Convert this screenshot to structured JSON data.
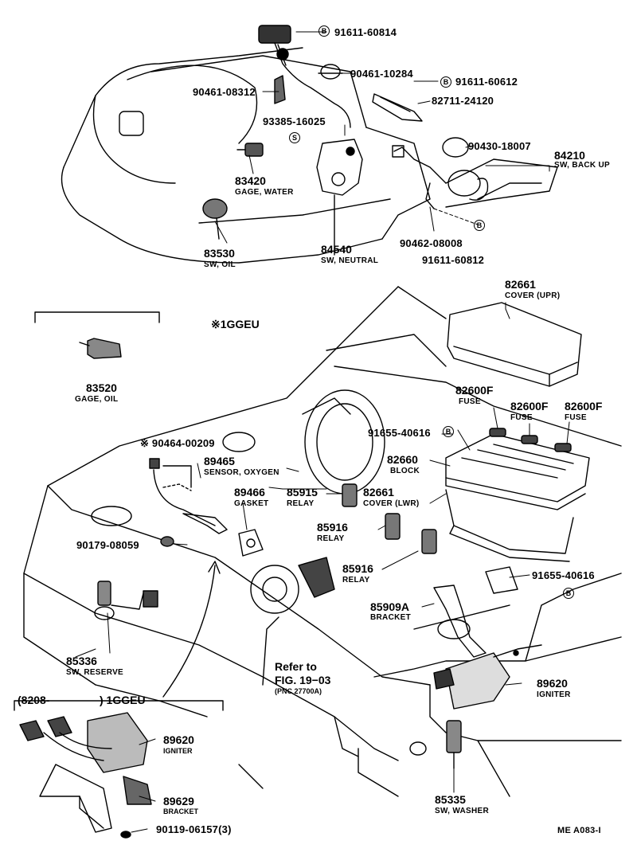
{
  "diagram": {
    "ref_code": "ME A083-I",
    "sections": {
      "variant_1ggeu": "※1GGEU",
      "inset_range_start": "(8208-",
      "inset_range_end": ") 1GGEU",
      "refer_line1": "Refer to",
      "refer_line2": "FIG. 19−03",
      "refer_line3": "(PNC 27700A)"
    },
    "parts": {
      "p91611_60814": "91611-60814",
      "p90461_10284": "90461-10284",
      "p90461_08312": "90461-08312",
      "p91611_60612": "91611-60612",
      "p82711_24120": "82711-24120",
      "p93385_16025": "93385-16025",
      "p83420": "83420",
      "p83420_name": "GAGE, WATER",
      "p90430_18007": "90430-18007",
      "p84210": "84210",
      "p84210_name": "SW, BACK UP",
      "p83530": "83530",
      "p83530_name": "SW, OIL",
      "p84540": "84540",
      "p84540_name": "SW, NEUTRAL",
      "p90462_08008": "90462-08008",
      "p91611_60812": "91611-60812",
      "p82661_upr": "82661",
      "p82661_upr_name": "COVER (UPR)",
      "p83520": "83520",
      "p83520_name": "GAGE, OIL",
      "p82600f_a": "82600F",
      "p82600f_a_name": "FUSE",
      "p82600f_b": "82600F",
      "p82600f_b_name": "FUSE",
      "p82600f_c": "82600F",
      "p82600f_c_name": "FUSE",
      "p91655_40616_a": "91655-40616",
      "p90464_00209": "※ 90464-00209",
      "p89465": "89465",
      "p89465_name": "SENSOR, OXYGEN",
      "p82660": "82660",
      "p82660_name": "BLOCK",
      "p89466": "89466",
      "p89466_name": "GASKET",
      "p85915": "85915",
      "p85915_name": "RELAY",
      "p82661_lwr": "82661",
      "p82661_lwr_name": "COVER (LWR)",
      "p85916_a": "85916",
      "p85916_a_name": "RELAY",
      "p90179_08059": "90179-08059",
      "p85916_b": "85916",
      "p85916_b_name": "RELAY",
      "p91655_40616_b": "91655-40616",
      "p85909a": "85909A",
      "p85909a_name": "BRACKET",
      "p85336": "85336",
      "p85336_name": "SW, RESERVE",
      "p89620_main": "89620",
      "p89620_main_name": "IGNITER",
      "p89620_inset": "89620",
      "p89620_inset_name": "IGNITER",
      "p89629": "89629",
      "p89629_name": "BRACKET",
      "p90119_06157": "90119-06157(3)",
      "p85335": "85335",
      "p85335_name": "SW, WASHER"
    },
    "markers": {
      "b": "B",
      "s": "S"
    }
  }
}
